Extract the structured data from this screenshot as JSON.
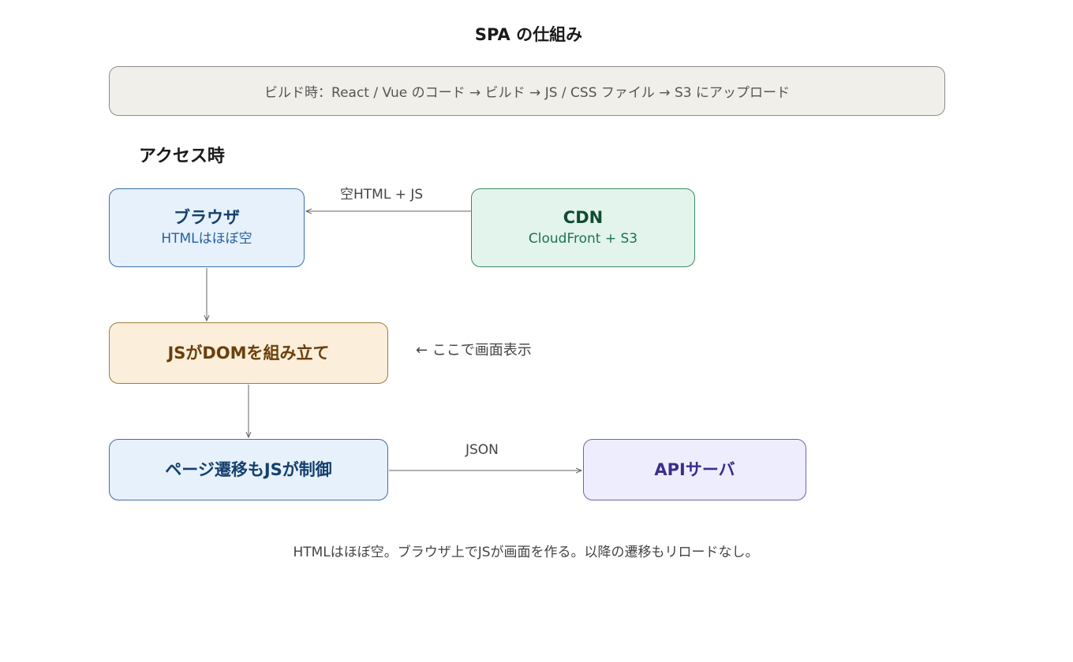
{
  "title": "SPA の仕組み",
  "build_step": "ビルド時：React / Vue のコード → ビルド → JS / CSS ファイル → S3 にアップロード",
  "section_label": "アクセス時",
  "nodes": {
    "browser": {
      "title": "ブラウザ",
      "subtitle": "HTMLはほぼ空"
    },
    "cdn": {
      "title": "CDN",
      "subtitle": "CloudFront + S3"
    },
    "js_dom": {
      "title": "JSがDOMを組み立て"
    },
    "page_nav": {
      "title": "ページ遷移もJSが制御"
    },
    "api": {
      "title": "APIサーバ"
    }
  },
  "edges": {
    "cdn_to_browser": "空HTML + JS",
    "nav_to_api": "JSON"
  },
  "annotation": "← ここで画面表示",
  "footer": "HTMLはほぼ空。ブラウザ上でJSが画面を作る。以降の遷移もリロードなし。",
  "colors": {
    "browser_fill": "#e6f1fb",
    "cdn_fill": "#e3f4ec",
    "js_dom_fill": "#fbeedb",
    "api_fill": "#eeedfd",
    "build_fill": "#f0efea",
    "edge": "#666666"
  }
}
